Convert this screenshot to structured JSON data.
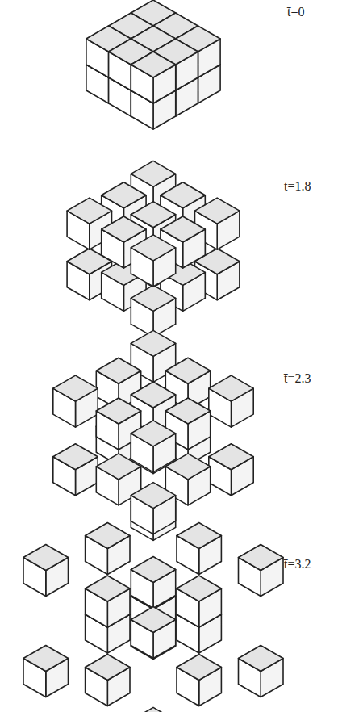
{
  "diagram": {
    "labels": [
      "t̄=0",
      "t̄=1.8",
      "t̄=2.3",
      "t̄=3.2"
    ]
  }
}
